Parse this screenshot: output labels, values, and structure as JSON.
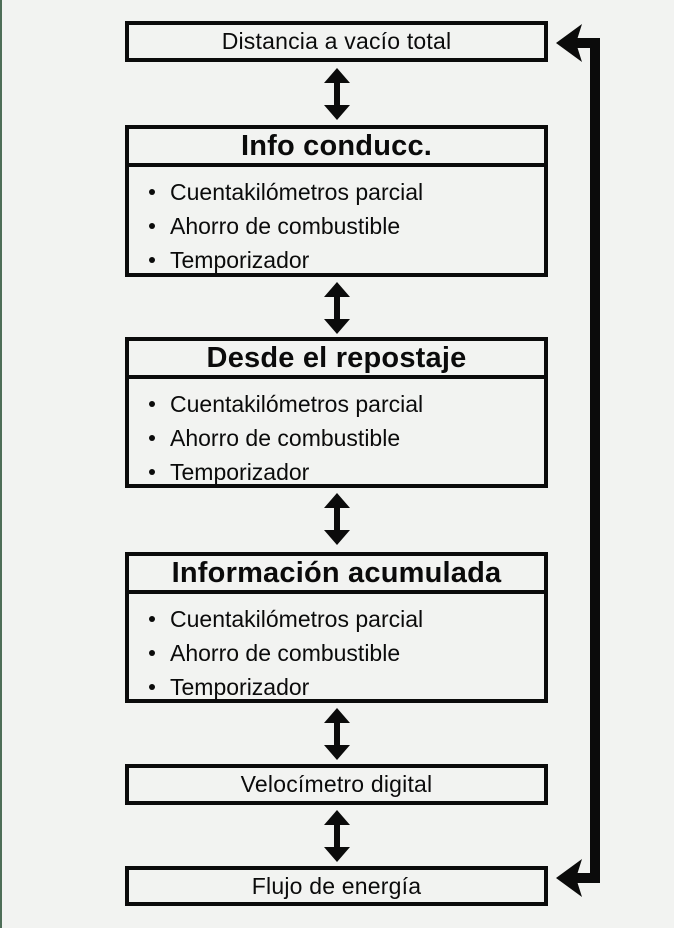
{
  "page": {
    "background_color": "#f2f3f1",
    "ink_color": "#0b0b0b",
    "left_edge_color": "#4e6e58"
  },
  "diagram": {
    "nodes": [
      {
        "title": "Distancia a vacío total",
        "style": "plain",
        "items": []
      },
      {
        "title": "Info conducc.",
        "style": "header-list",
        "items": [
          "Cuentakilómetros parcial",
          "Ahorro de combustible",
          "Temporizador"
        ]
      },
      {
        "title": "Desde el repostaje",
        "style": "header-list",
        "items": [
          "Cuentakilómetros parcial",
          "Ahorro de combustible",
          "Temporizador"
        ]
      },
      {
        "title": "Información acumulada",
        "style": "header-list",
        "items": [
          "Cuentakilómetros parcial",
          "Ahorro de combustible",
          "Temporizador"
        ]
      },
      {
        "title": "Velocímetro digital",
        "style": "plain",
        "items": []
      },
      {
        "title": "Flujo de energía",
        "style": "plain",
        "items": []
      }
    ]
  }
}
